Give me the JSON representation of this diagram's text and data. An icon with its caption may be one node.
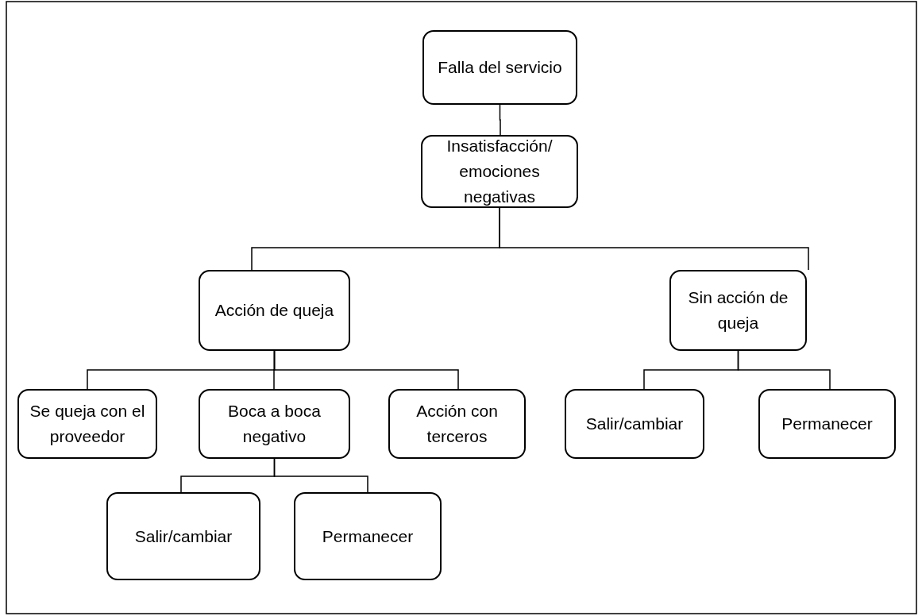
{
  "diagram": {
    "nodes": [
      {
        "text": [
          "Falla del servicio"
        ]
      },
      {
        "text": [
          "Insatisfacción/ emociones negativas"
        ]
      },
      {
        "text": [
          "Acción de queja"
        ]
      },
      {
        "text": [
          "Sin acción de queja"
        ]
      },
      {
        "text": [
          "Se queja con el proveedor"
        ]
      },
      {
        "text": [
          "Boca a boca negativo"
        ]
      },
      {
        "text": [
          "Acción con terceros"
        ]
      },
      {
        "text": [
          "Salir/cambiar"
        ]
      },
      {
        "text": [
          "Permanecer"
        ]
      },
      {
        "text": [
          "Salir/cambiar"
        ]
      },
      {
        "text": [
          "Permanecer"
        ]
      }
    ],
    "edges": [
      {
        "from": 0,
        "to": 1,
        "arrow": "none"
      },
      {
        "from": 1,
        "to": 2,
        "arrow": "none"
      },
      {
        "from": 1,
        "to": 3,
        "arrow": "none"
      },
      {
        "from": 2,
        "to": 4,
        "arrow": "none"
      },
      {
        "from": 2,
        "to": 5,
        "arrow": "none"
      },
      {
        "from": 2,
        "to": 6,
        "arrow": "none"
      },
      {
        "from": 3,
        "to": 7,
        "arrow": "none"
      },
      {
        "from": 3,
        "to": 8,
        "arrow": "none"
      },
      {
        "from": 5,
        "to": 9,
        "arrow": "none"
      },
      {
        "from": 5,
        "to": 10,
        "arrow": "none"
      }
    ]
  }
}
